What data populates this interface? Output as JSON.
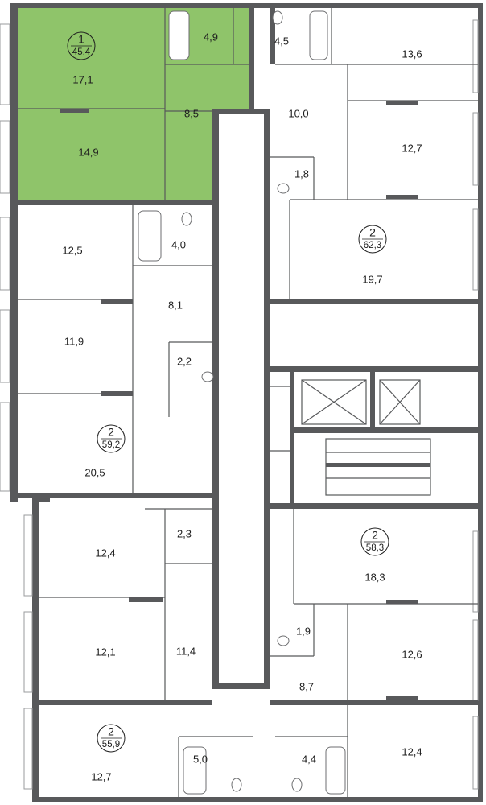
{
  "colors": {
    "highlight": "#8fc46a",
    "wall": "#58595b",
    "background": "#ffffff"
  },
  "apartments": [
    {
      "id": "apt-a",
      "rooms": "1",
      "area": "45,4",
      "highlighted": true
    },
    {
      "id": "apt-b",
      "rooms": "2",
      "area": "62,3",
      "highlighted": false
    },
    {
      "id": "apt-c",
      "rooms": "2",
      "area": "59,2",
      "highlighted": false
    },
    {
      "id": "apt-d",
      "rooms": "2",
      "area": "58,3",
      "highlighted": false
    },
    {
      "id": "apt-e",
      "rooms": "2",
      "area": "55,9",
      "highlighted": false
    }
  ],
  "rooms": [
    {
      "id": "r1",
      "area": "17,1"
    },
    {
      "id": "r2",
      "area": "4,9"
    },
    {
      "id": "r3",
      "area": "8,5"
    },
    {
      "id": "r4",
      "area": "14,9"
    },
    {
      "id": "r5",
      "area": "4,5"
    },
    {
      "id": "r6",
      "area": "13,6"
    },
    {
      "id": "r7",
      "area": "10,0"
    },
    {
      "id": "r8",
      "area": "12,7"
    },
    {
      "id": "r9",
      "area": "1,8"
    },
    {
      "id": "r10",
      "area": "19,7"
    },
    {
      "id": "r11",
      "area": "12,5"
    },
    {
      "id": "r12",
      "area": "4,0"
    },
    {
      "id": "r13",
      "area": "8,1"
    },
    {
      "id": "r14",
      "area": "11,9"
    },
    {
      "id": "r15",
      "area": "2,2"
    },
    {
      "id": "r16",
      "area": "20,5"
    },
    {
      "id": "r17",
      "area": "12,4"
    },
    {
      "id": "r18",
      "area": "2,3"
    },
    {
      "id": "r19",
      "area": "18,3"
    },
    {
      "id": "r20",
      "area": "12,1"
    },
    {
      "id": "r21",
      "area": "11,4"
    },
    {
      "id": "r22",
      "area": "1,9"
    },
    {
      "id": "r23",
      "area": "12,6"
    },
    {
      "id": "r24",
      "area": "8,7"
    },
    {
      "id": "r25",
      "area": "12,7"
    },
    {
      "id": "r26",
      "area": "5,0"
    },
    {
      "id": "r27",
      "area": "4,4"
    },
    {
      "id": "r28",
      "area": "12,4"
    }
  ]
}
